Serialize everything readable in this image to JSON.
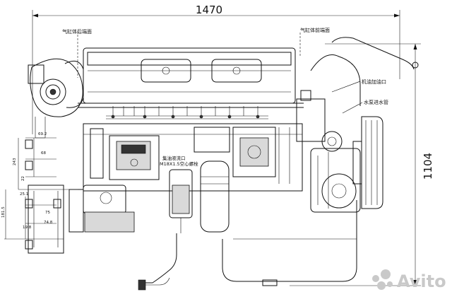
{
  "drawing": {
    "overall_length": "1470",
    "overall_height": "1104",
    "labels": {
      "cyl_rear": "气缸体后端面",
      "cyl_front": "气缸体前端面",
      "oil_fill": "机油加油口",
      "pump_inlet": "水泵进水管",
      "sensor_line1": "集油液流口",
      "sensor_line2": "M18X1.5空心螺栓"
    },
    "side_dims": [
      {
        "id": "d69",
        "text": "69.2"
      },
      {
        "id": "d68",
        "text": "68"
      },
      {
        "id": "d243",
        "text": "243"
      },
      {
        "id": "d22",
        "text": "22"
      },
      {
        "id": "d25",
        "text": "25.1"
      },
      {
        "id": "d75",
        "text": "75"
      },
      {
        "id": "d181",
        "text": "181.5"
      },
      {
        "id": "d19",
        "text": "19.8"
      },
      {
        "id": "d74",
        "text": "74.8"
      }
    ]
  },
  "watermark": {
    "text": "Avito",
    "icon": "avito-logo-icon",
    "color": "#c9c9c9"
  }
}
